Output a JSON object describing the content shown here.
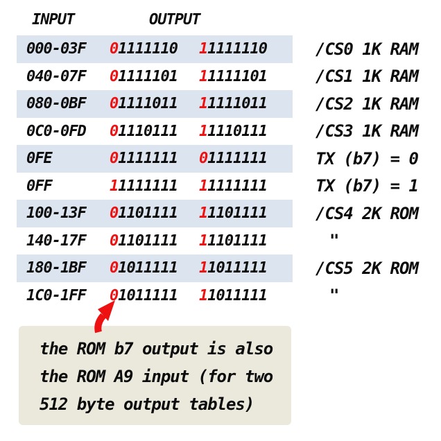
{
  "colors": {
    "highlight": "#dce4ef",
    "red": "#ee1111",
    "note_bg": "#ebe8dc",
    "text": "#0b0b0b"
  },
  "headers": {
    "input": "INPUT",
    "output": "OUTPUT"
  },
  "rows": [
    {
      "input": "000-03F",
      "out1_b7": "0",
      "out1_bits": "1111110",
      "out2_b7": "1",
      "out2_bits": "1111110",
      "label": "/CS0 1K RAM",
      "highlight": true
    },
    {
      "input": "040-07F",
      "out1_b7": "0",
      "out1_bits": "1111101",
      "out2_b7": "1",
      "out2_bits": "1111101",
      "label": "/CS1 1K RAM",
      "highlight": false
    },
    {
      "input": "080-0BF",
      "out1_b7": "0",
      "out1_bits": "1111011",
      "out2_b7": "1",
      "out2_bits": "1111011",
      "label": "/CS2 1K RAM",
      "highlight": true
    },
    {
      "input": "0C0-0FD",
      "out1_b7": "0",
      "out1_bits": "1110111",
      "out2_b7": "1",
      "out2_bits": "1110111",
      "label": "/CS3 1K RAM",
      "highlight": false
    },
    {
      "input": "0FE",
      "out1_b7": "0",
      "out1_bits": "1111111",
      "out2_b7": "0",
      "out2_bits": "1111111",
      "label": "TX (b7) = 0",
      "highlight": true
    },
    {
      "input": "0FF",
      "out1_b7": "1",
      "out1_bits": "1111111",
      "out2_b7": "1",
      "out2_bits": "1111111",
      "label": "TX (b7) = 1",
      "highlight": false
    },
    {
      "input": "100-13F",
      "out1_b7": "0",
      "out1_bits": "1101111",
      "out2_b7": "1",
      "out2_bits": "1101111",
      "label": "/CS4 2K ROM",
      "highlight": true
    },
    {
      "input": "140-17F",
      "out1_b7": "0",
      "out1_bits": "1101111",
      "out2_b7": "1",
      "out2_bits": "1101111",
      "label": "\"",
      "highlight": false
    },
    {
      "input": "180-1BF",
      "out1_b7": "0",
      "out1_bits": "1011111",
      "out2_b7": "1",
      "out2_bits": "1011111",
      "label": "/CS5 2K ROM",
      "highlight": true
    },
    {
      "input": "1C0-1FF",
      "out1_b7": "0",
      "out1_bits": "1011111",
      "out2_b7": "1",
      "out2_bits": "1011111",
      "label": "\"",
      "highlight": false
    }
  ],
  "note": {
    "text": "the ROM b7 output is also\nthe ROM A9 input (for two\n512 byte output tables)"
  },
  "icons": {
    "arrow": "red-curved-up-arrow"
  }
}
